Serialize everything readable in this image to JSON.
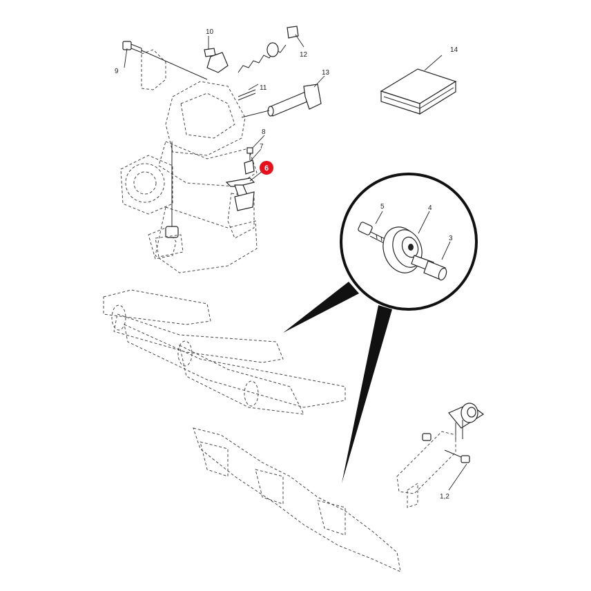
{
  "callouts": {
    "c1_2": "1,2",
    "c3": "3",
    "c4": "4",
    "c5": "5",
    "c6": "6",
    "c7": "7",
    "c8": "8",
    "c9": "9",
    "c10": "10",
    "c11": "11",
    "c12": "12",
    "c13": "13",
    "c14": "14"
  },
  "colors": {
    "highlight": "#e8101a",
    "line": "#222222",
    "phantom": "#444444"
  },
  "highlighted_item": "6"
}
